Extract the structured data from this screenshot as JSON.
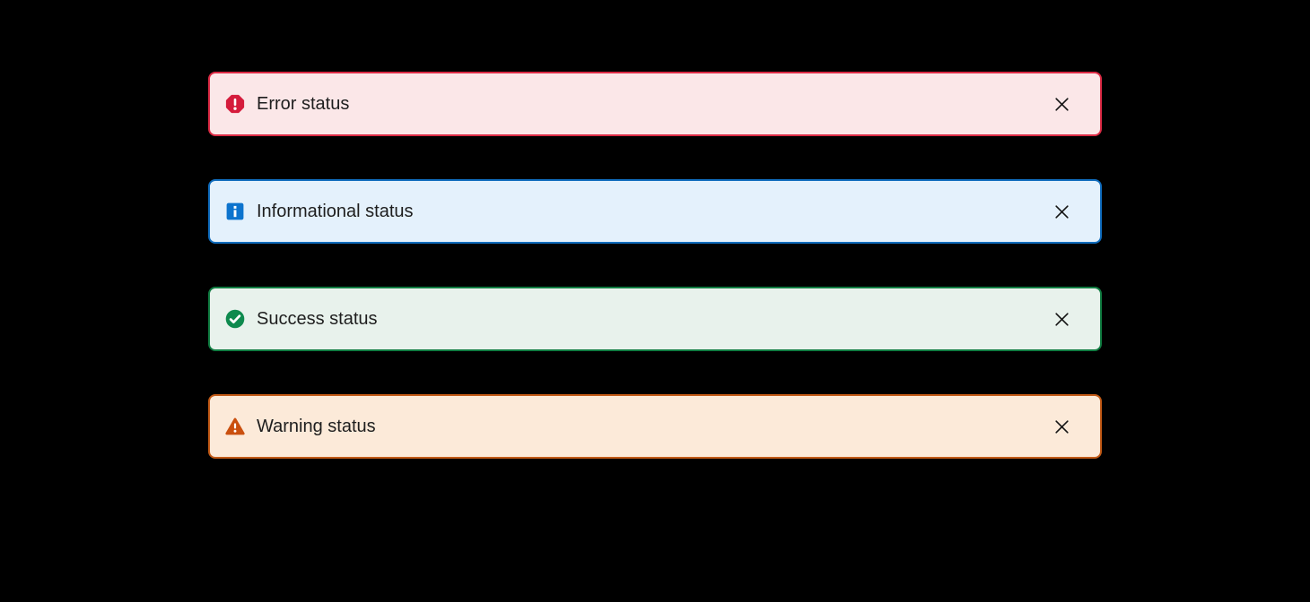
{
  "page": {
    "background": "#000000",
    "text_color": "#1e1e1e"
  },
  "alerts": [
    {
      "id": "error",
      "label": "Error status",
      "icon": "error-icon",
      "colors": {
        "background": "#fbe7e8",
        "border": "#dc2b45",
        "icon": "#d51c3c"
      }
    },
    {
      "id": "info",
      "label": "Informational status",
      "icon": "info-icon",
      "colors": {
        "background": "#e4f1fc",
        "border": "#0f6cbd",
        "icon": "#0d74ce"
      }
    },
    {
      "id": "success",
      "label": "Success status",
      "icon": "success-icon",
      "colors": {
        "background": "#e8f2ec",
        "border": "#107c41",
        "icon": "#0e8a4e"
      }
    },
    {
      "id": "warning",
      "label": "Warning status",
      "icon": "warning-icon",
      "colors": {
        "background": "#fcead9",
        "border": "#c25a16",
        "icon": "#ca500f"
      }
    }
  ],
  "close": {
    "icon": "close-icon",
    "color": "#141414"
  }
}
